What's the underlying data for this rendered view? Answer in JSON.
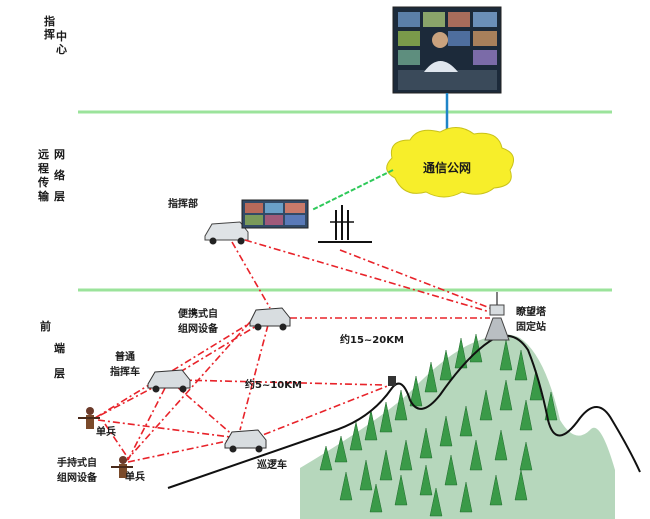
{
  "tiers": {
    "top": [
      "指",
      "挥",
      "中",
      "心"
    ],
    "middle_col1": [
      "远",
      "程",
      "传",
      "输"
    ],
    "middle_col2": [
      "网",
      "络",
      "层"
    ],
    "bottom": [
      "前",
      "端",
      "层"
    ]
  },
  "cloud_label": "通信公网",
  "nodes": {
    "command_post": "指挥部",
    "portable_adhoc_1": "便携式自",
    "portable_adhoc_2": "组网设备",
    "mobile_cmd_1": "普通",
    "mobile_cmd_2": "指挥车",
    "soldier_top": "单兵",
    "handheld_1": "手持式自",
    "handheld_2": "组网设备",
    "soldier_bottom": "单兵",
    "patrol_car": "巡逻车",
    "lookout_1": "瞭望塔",
    "lookout_2": "固定站"
  },
  "distances": {
    "long": "约15~20KM",
    "short": "约5~10KM"
  },
  "colors": {
    "divider": "#9be39b",
    "link_red": "#e8232a",
    "link_green": "#2fc95a",
    "link_blue": "#1e84c8",
    "cloud": "#f7ee2a"
  }
}
